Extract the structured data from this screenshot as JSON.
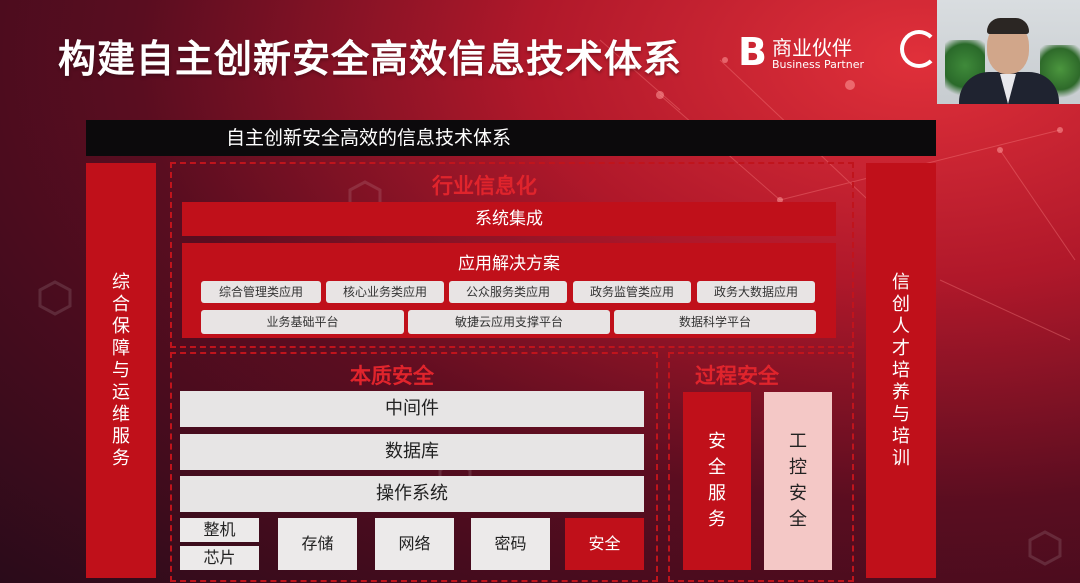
{
  "slide": {
    "title": "构建自主创新安全高效信息技术体系",
    "logo_cn": "商业伙伴",
    "logo_en": "Business Partner",
    "banner": "自主创新安全高效的信息技术体系"
  },
  "pillars": {
    "left": "综合保障与运维服务",
    "right": "信创人才培养与培训"
  },
  "industry": {
    "title": "行业信息化",
    "system_integration": "系统集成",
    "solutions_title": "应用解决方案",
    "apps": [
      "综合管理类应用",
      "核心业务类应用",
      "公众服务类应用",
      "政务监管类应用",
      "政务大数据应用"
    ],
    "platforms": [
      "业务基础平台",
      "敏捷云应用支撑平台",
      "数据科学平台"
    ]
  },
  "intrinsic": {
    "title": "本质安全",
    "layers": [
      "中间件",
      "数据库",
      "操作系统"
    ],
    "hardware": {
      "machine": "整机",
      "chip": "芯片",
      "storage": "存储",
      "network": "网络",
      "crypto": "密码",
      "security": "安全"
    }
  },
  "process": {
    "title": "过程安全",
    "security_service": "安全服务",
    "ics_security": "工控安全"
  },
  "colors": {
    "accent_red": "#c0101a",
    "banner_black": "#0c0a0c",
    "light_gray": "#e7e5e5",
    "pink": "#f4c8c6"
  }
}
